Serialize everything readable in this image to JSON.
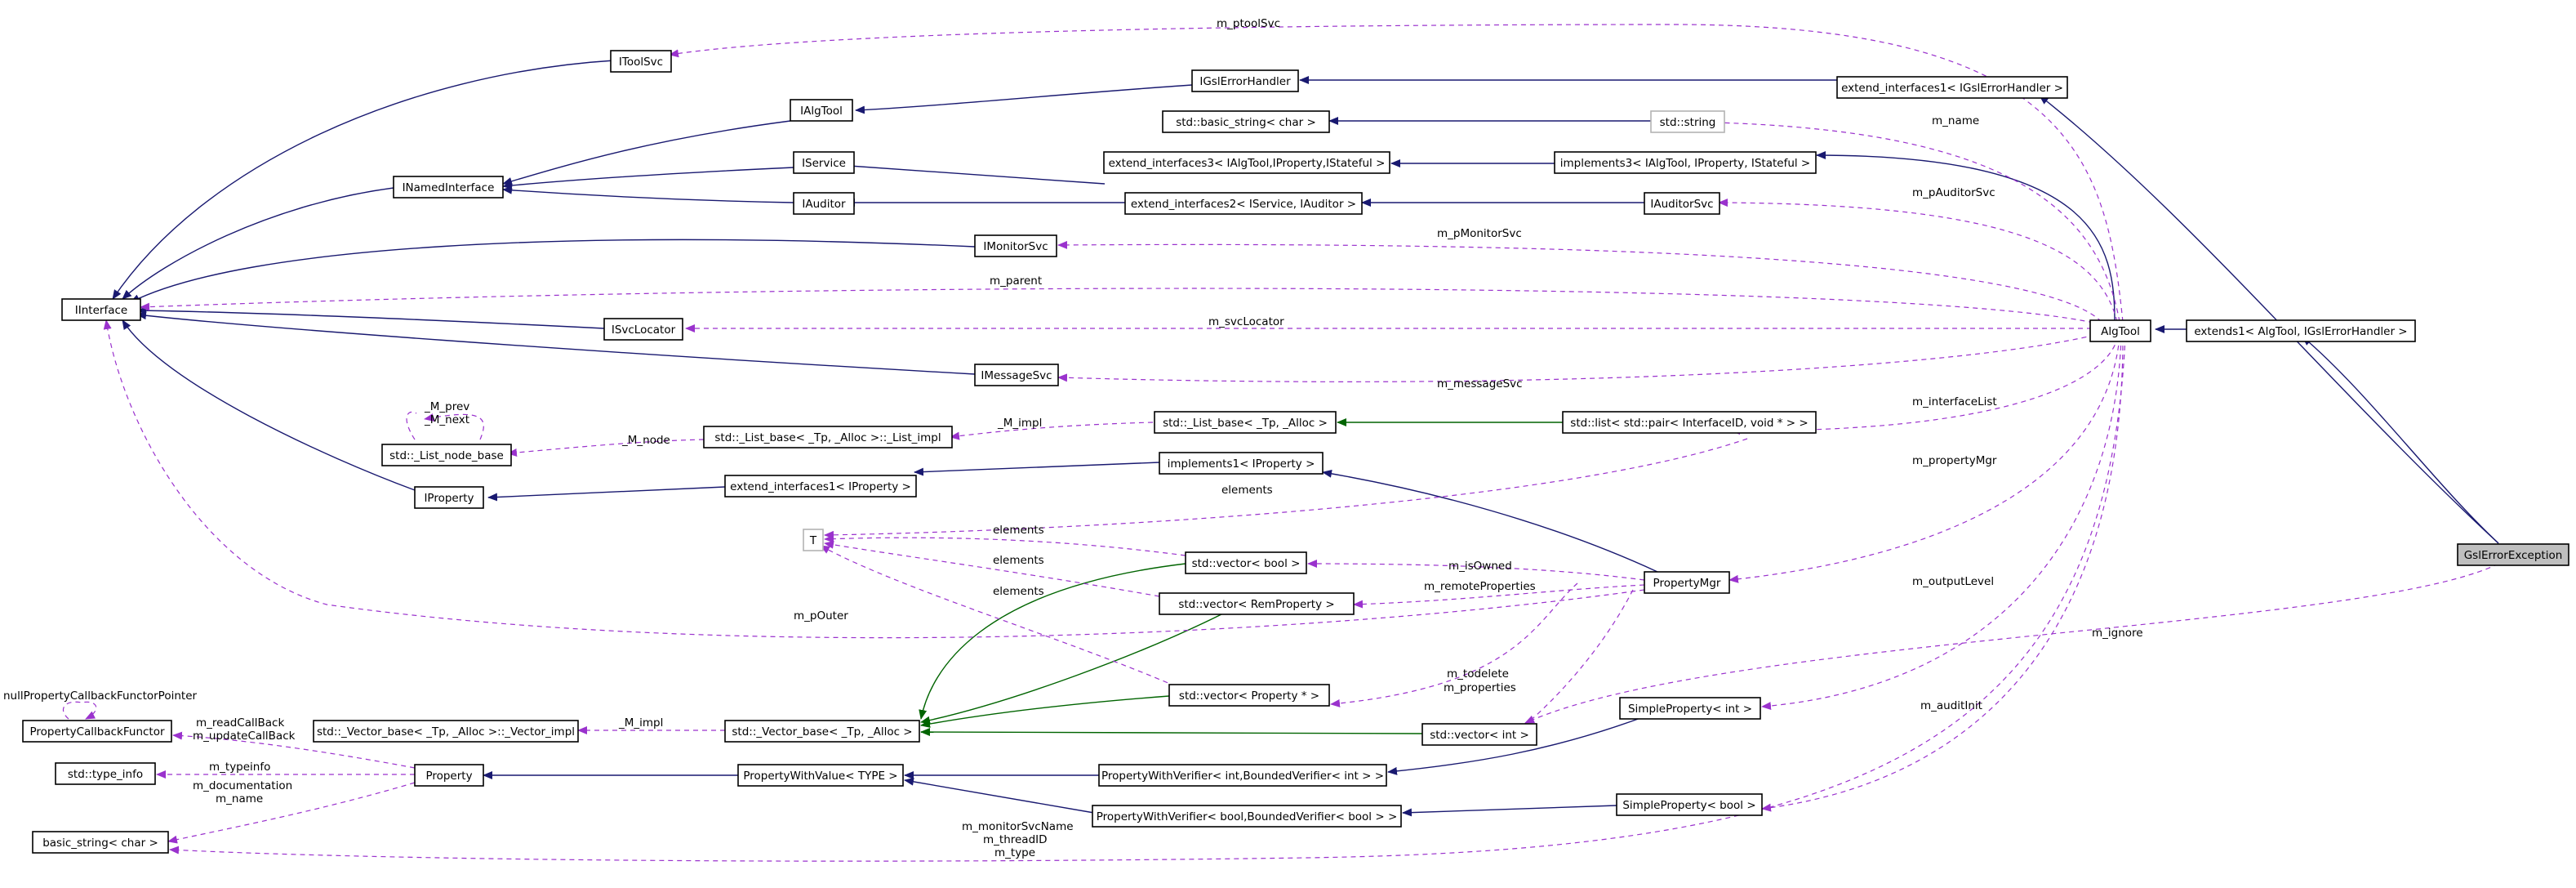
{
  "diagram": {
    "nodes": {
      "gsl_error_exception": "GslErrorException",
      "extends1": "extends1< AlgTool, IGslErrorHandler >",
      "alg_tool": "AlgTool",
      "extend_interfaces1_gsl": "extend_interfaces1< IGslErrorHandler >",
      "igsl_error_handler": "IGslErrorHandler",
      "ialg_tool": "IAlgTool",
      "itool_svc": "IToolSvc",
      "inamed_interface": "INamedInterface",
      "iinterface": "IInterface",
      "iservice": "IService",
      "iauditor": "IAuditor",
      "imonitor_svc": "IMonitorSvc",
      "isvc_locator": "ISvcLocator",
      "imessage_svc": "IMessageSvc",
      "std_basic_string": "std::basic_string< char >",
      "std_string": "std::string",
      "extend_interfaces3": "extend_interfaces3< IAlgTool,IProperty,IStateful >",
      "implements3": "implements3< IAlgTool, IProperty, IStateful >",
      "extend_interfaces2": "extend_interfaces2< IService, IAuditor >",
      "iauditor_svc": "IAuditorSvc",
      "list_node_base": "std::_List_node_base",
      "list_impl": "std::_List_base< _Tp, _Alloc >::_List_impl",
      "list_base": "std::_List_base< _Tp, _Alloc >",
      "std_list": "std::list< std::pair< InterfaceID, void * > >",
      "iproperty": "IProperty",
      "extend_interfaces1_prop": "extend_interfaces1< IProperty >",
      "implements1_prop": "implements1< IProperty >",
      "t": "T",
      "vector_bool": "std::vector< bool >",
      "vector_rem": "std::vector< RemProperty >",
      "property_mgr": "PropertyMgr",
      "vector_prop_ptr": "std::vector< Property * >",
      "vector_int": "std::vector< int >",
      "simple_prop_int": "SimpleProperty< int >",
      "null_ptr_label": "nullPropertyCallbackFunctorPointer",
      "prop_callback": "PropertyCallbackFunctor",
      "vector_base_impl": "std::_Vector_base< _Tp, _Alloc >::_Vector_impl",
      "vector_base": "std::_Vector_base< _Tp, _Alloc >",
      "std_type_info": "std::type_info",
      "property": "Property",
      "prop_with_value": "PropertyWithValue< TYPE >",
      "pwv_int": "PropertyWithVerifier< int,BoundedVerifier< int > >",
      "pwv_bool": "PropertyWithVerifier< bool,BoundedVerifier< bool > >",
      "simple_prop_bool": "SimpleProperty< bool >",
      "basic_string_char": "basic_string< char >"
    },
    "edge_labels": {
      "m_ptoolSvc": "m_ptoolSvc",
      "m_name": "m_name",
      "m_pAuditorSvc": "m_pAuditorSvc",
      "m_pMonitorSvc": "m_pMonitorSvc",
      "m_parent": "m_parent",
      "m_svcLocator": "m_svcLocator",
      "m_messageSvc": "m_messageSvc",
      "m_interfaceList": "m_interfaceList",
      "m_propertyMgr": "m_propertyMgr",
      "m_outputLevel": "m_outputLevel",
      "m_ignore": "m_ignore",
      "m_auditInit": "m_auditInit",
      "M_prev": "_M_prev",
      "M_next": "_M_next",
      "M_node": "_M_node",
      "M_impl_list": "_M_impl",
      "elements_1": "elements",
      "elements_2": "elements",
      "elements_3": "elements",
      "elements_4": "elements",
      "m_isOwned": "m_isOwned",
      "m_remoteProperties": "m_remoteProperties",
      "m_pOuter": "m_pOuter",
      "m_todelete": "m_todelete",
      "m_properties": "m_properties",
      "m_readCallBack": "m_readCallBack",
      "m_updateCallBack": "m_updateCallBack",
      "M_impl_vec": "_M_impl",
      "m_typeinfo": "m_typeinfo",
      "m_documentation": "m_documentation",
      "m_name_prop": "m_name",
      "m_monitorSvcName": "m_monitorSvcName",
      "m_threadID": "m_threadID",
      "m_type": "m_type"
    },
    "colors": {
      "inheritance": "#191970",
      "template_inheritance": "#006400",
      "usage": "#9a32cd",
      "selected_fill": "#bfbfbf",
      "gray_border": "#b3b3b3"
    }
  }
}
